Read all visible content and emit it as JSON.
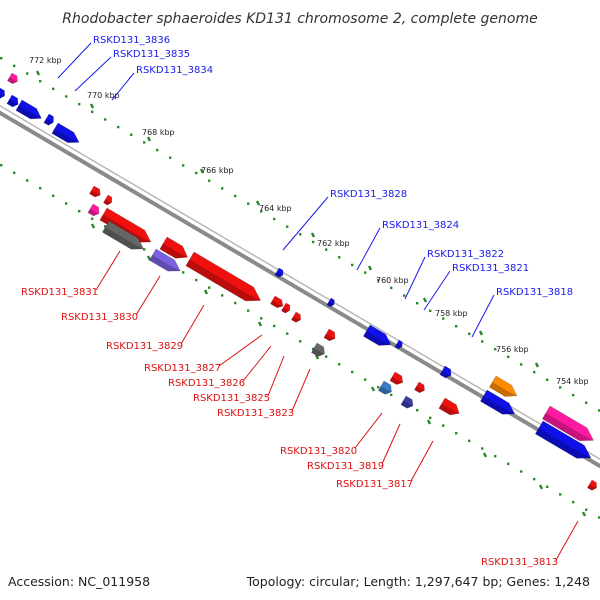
{
  "title": "Rhodobacter sphaeroides KD131 chromosome 2, complete genome",
  "footer": {
    "accession": "Accession: NC_011958",
    "stats": "Topology: circular; Length: 1,297,647 bp; Genes: 1,248"
  },
  "colors": {
    "backbone": "#8a8a8a",
    "plus_label": "#1a1aee",
    "minus_label": "#dd1111",
    "tick": "#2a8a2a",
    "red": "#f01010",
    "blue": "#1010e8",
    "gray": "#666666",
    "magenta": "#ff1aa0",
    "purple": "#7b61e0",
    "orange": "#ff8c00",
    "steel": "#3a7ac8",
    "navy": "#3a3aa8"
  },
  "scale_labels": [
    "772 kbp",
    "770 kbp",
    "768 kbp",
    "766 kbp",
    "764 kbp",
    "762 kbp",
    "760 kbp",
    "758 kbp",
    "756 kbp",
    "754 kbp"
  ],
  "gene_labels_plus": [
    "RSKD131_3836",
    "RSKD131_3835",
    "RSKD131_3834",
    "RSKD131_3828",
    "RSKD131_3824",
    "RSKD131_3822",
    "RSKD131_3821",
    "RSKD131_3818"
  ],
  "gene_labels_minus": [
    "RSKD131_3831",
    "RSKD131_3830",
    "RSKD131_3829",
    "RSKD131_3827",
    "RSKD131_3826",
    "RSKD131_3825",
    "RSKD131_3823",
    "RSKD131_3820",
    "RSKD131_3819",
    "RSKD131_3817",
    "RSKD131_3813"
  ]
}
